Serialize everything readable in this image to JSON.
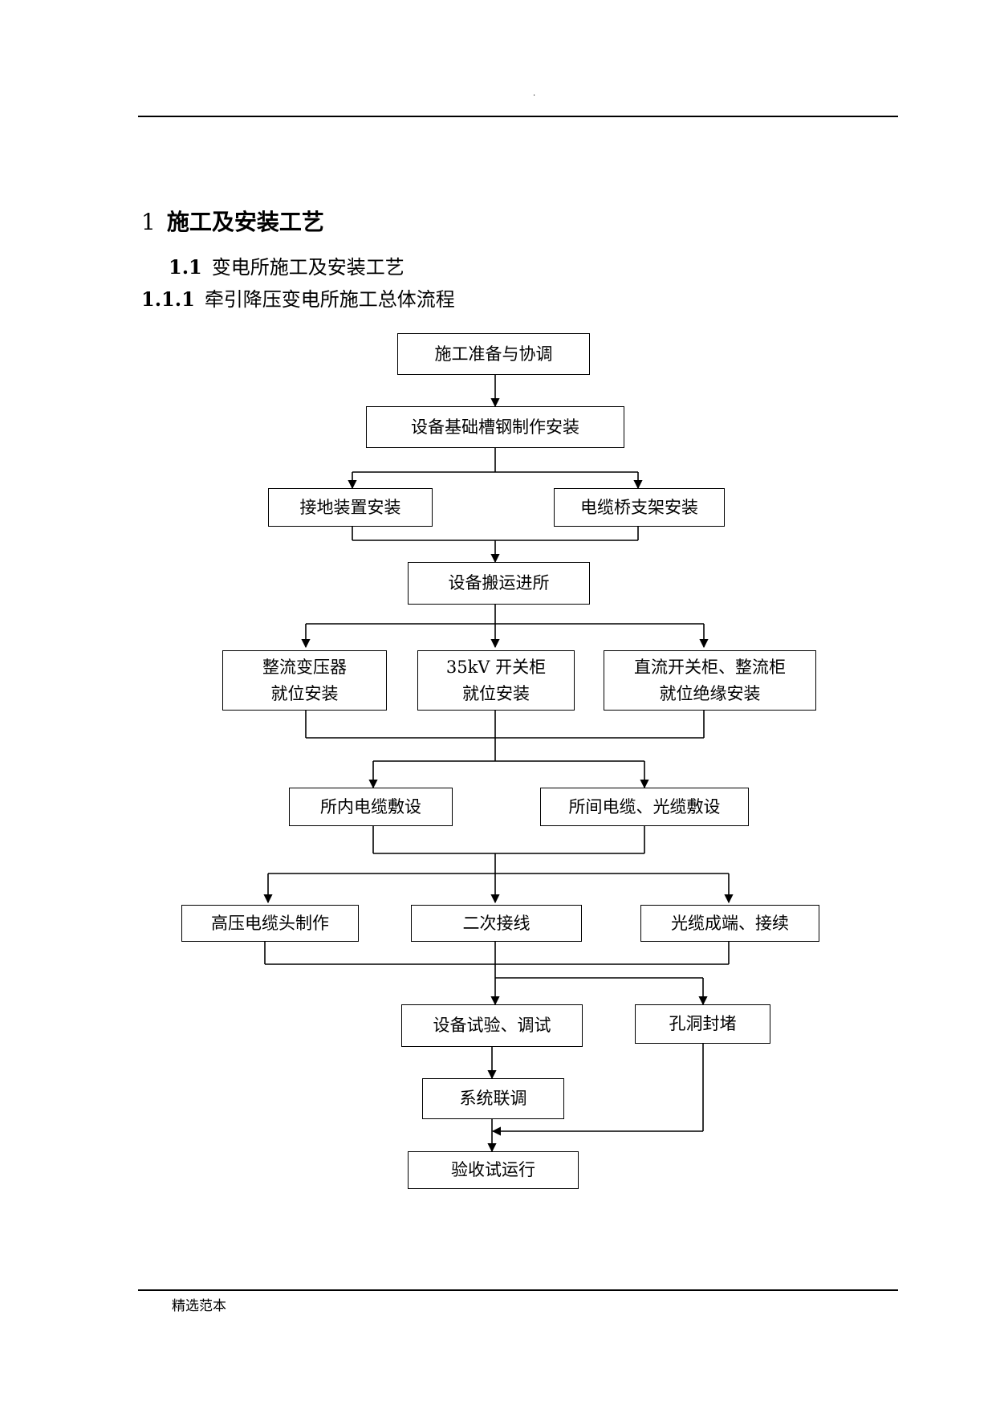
{
  "header": {
    "dot": "."
  },
  "heading1": {
    "number": "1",
    "text": "施工及安装工艺"
  },
  "heading2": {
    "number": "1.1",
    "text": "变电所施工及安装工艺"
  },
  "heading3": {
    "number": "1.1.1",
    "text": "牵引降压变电所施工总体流程"
  },
  "flow": {
    "prep": "施工准备与协调",
    "channel_steel": "设备基础槽钢制作安装",
    "grounding": "接地装置安装",
    "cable_tray": "电缆桥支架安装",
    "transport": "设备搬运进所",
    "rectifier_transformer": [
      "整流变压器",
      "就位安装"
    ],
    "switchgear_35kv": [
      "35kV 开关柜",
      "就位安装"
    ],
    "dc_switchgear": [
      "直流开关柜、整流柜",
      "就位绝缘安装"
    ],
    "cable_inside": "所内电缆敷设",
    "cable_between": "所间电缆、光缆敷设",
    "hv_cable_head": "高压电缆头制作",
    "secondary_wiring": "二次接线",
    "fiber_termination": "光缆成端、接续",
    "equipment_test": "设备试验、调试",
    "hole_sealing": "孔洞封堵",
    "system_tuning": "系统联调",
    "acceptance": "验收试运行"
  },
  "footer": {
    "text": "精选范本"
  }
}
